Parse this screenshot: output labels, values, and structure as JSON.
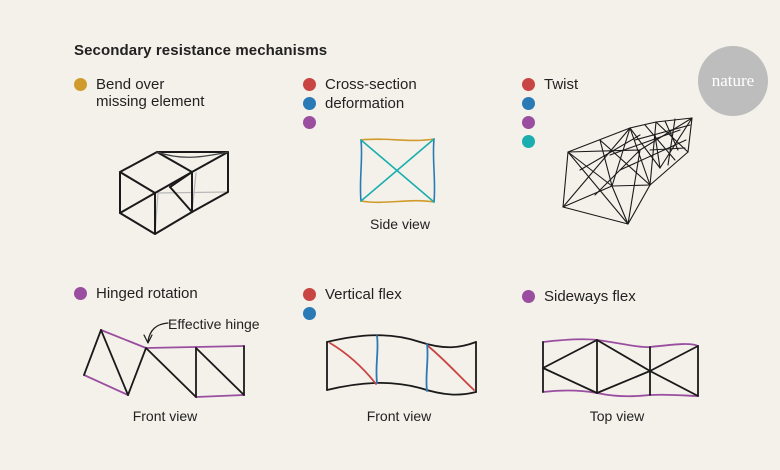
{
  "title": "Secondary resistance mechanisms",
  "logo_text": "nature",
  "colors": {
    "gold": "#d09b2c",
    "red": "#c94543",
    "blue": "#2a7ab6",
    "purple": "#9a4ea0",
    "teal": "#1aaeae",
    "line": "#1a1a1a",
    "light_line": "#b8b8b8"
  },
  "panels": {
    "bend": {
      "line1": "Bend over",
      "line2": "missing element"
    },
    "cross": {
      "line1": "Cross-section",
      "line2": "deformation",
      "caption": "Side view"
    },
    "twist": {
      "label": "Twist"
    },
    "hinged": {
      "label": "Hinged rotation",
      "annotation": "Effective hinge",
      "caption": "Front view"
    },
    "vertical": {
      "label": "Vertical flex",
      "caption": "Front view"
    },
    "sideways": {
      "label": "Sideways flex",
      "caption": "Top view"
    }
  }
}
